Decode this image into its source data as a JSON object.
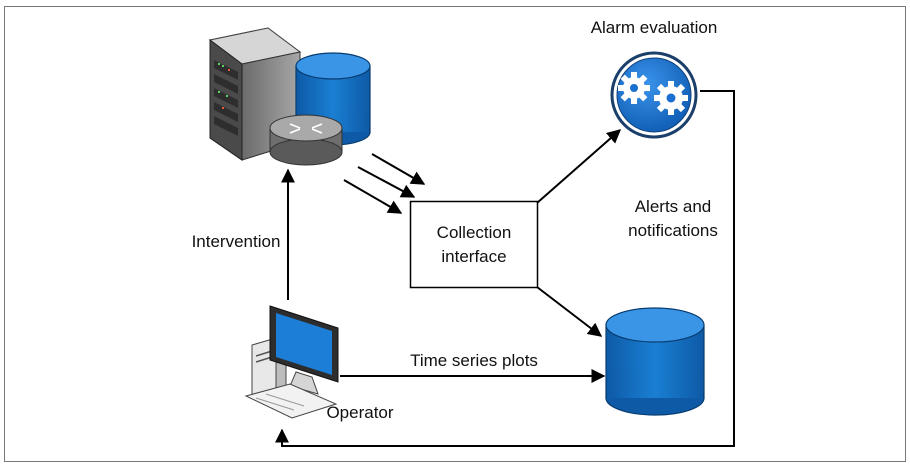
{
  "diagram": {
    "labels": {
      "alarm_evaluation": "Alarm evaluation",
      "alerts_line1": "Alerts and",
      "alerts_line2": "notifications",
      "intervention": "Intervention",
      "collection_line1": "Collection",
      "collection_line2": "interface",
      "time_series_plots": "Time series plots",
      "operator": "Operator"
    },
    "colors": {
      "storage_blue": "#1673c4",
      "storage_dark": "#0b4f8f",
      "gear_circle": "#1a6fd1",
      "server_gray": "#8e8e8e",
      "router_gray": "#7d7d7d",
      "monitor_blue": "#1c7ed6",
      "line": "#000000"
    },
    "icons": {
      "server_rack": "server-rack-icon",
      "database_top": "database-icon",
      "router": "router-icon",
      "gears": "gears-icon",
      "database_bottom": "database-icon",
      "workstation": "computer-icon"
    }
  }
}
